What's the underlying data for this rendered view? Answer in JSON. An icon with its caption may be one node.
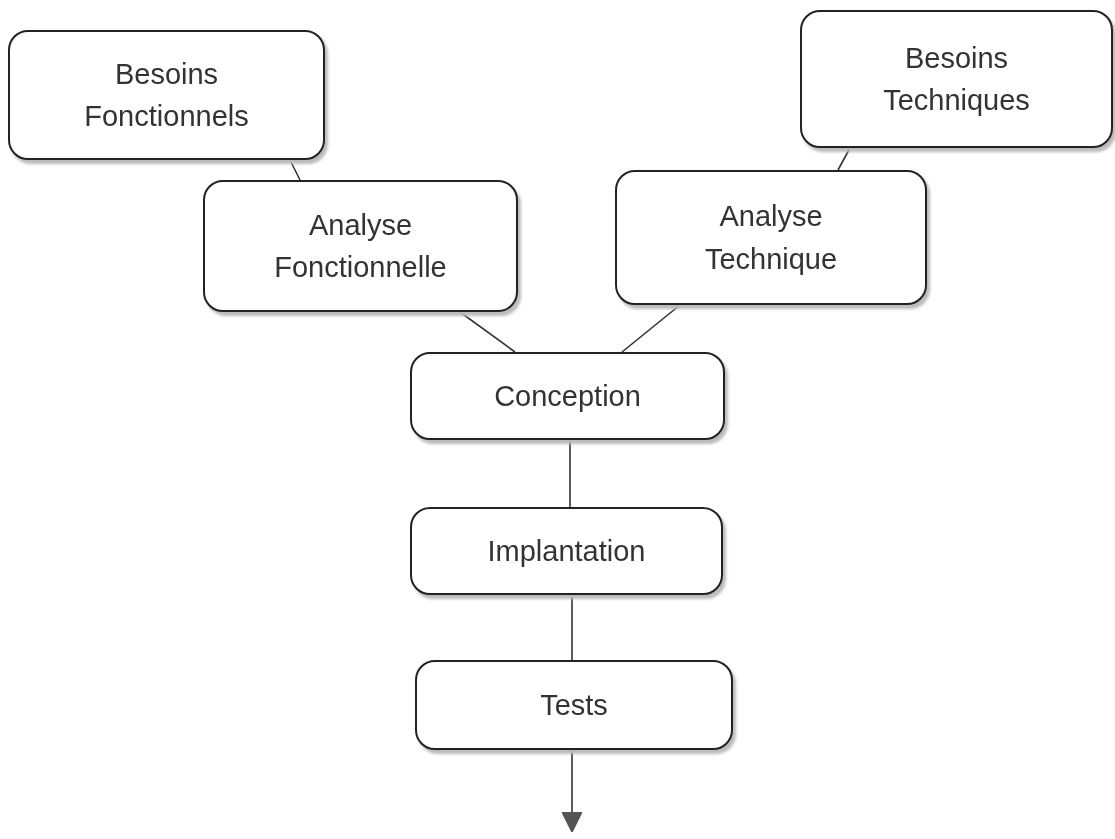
{
  "diagram": {
    "nodes": [
      {
        "text": [
          "Besoins Fonctionnels"
        ]
      },
      {
        "text": [
          "Besoins Techniques"
        ]
      },
      {
        "text": [
          "Analyse Fonctionnelle"
        ]
      },
      {
        "text": [
          "Analyse Technique"
        ]
      },
      {
        "text": [
          "Conception"
        ]
      },
      {
        "text": [
          "Implantation"
        ]
      },
      {
        "text": [
          "Tests"
        ]
      }
    ],
    "edges": [
      {
        "from": 0,
        "to": 2,
        "arrow": "none"
      },
      {
        "from": 1,
        "to": 3,
        "arrow": "none"
      },
      {
        "from": 2,
        "to": 4,
        "arrow": "none"
      },
      {
        "from": 3,
        "to": 4,
        "arrow": "none"
      },
      {
        "from": 4,
        "to": 5,
        "arrow": "none"
      },
      {
        "from": 5,
        "to": 6,
        "arrow": "none"
      },
      {
        "from": 6,
        "to": null,
        "arrow": "to"
      }
    ]
  }
}
